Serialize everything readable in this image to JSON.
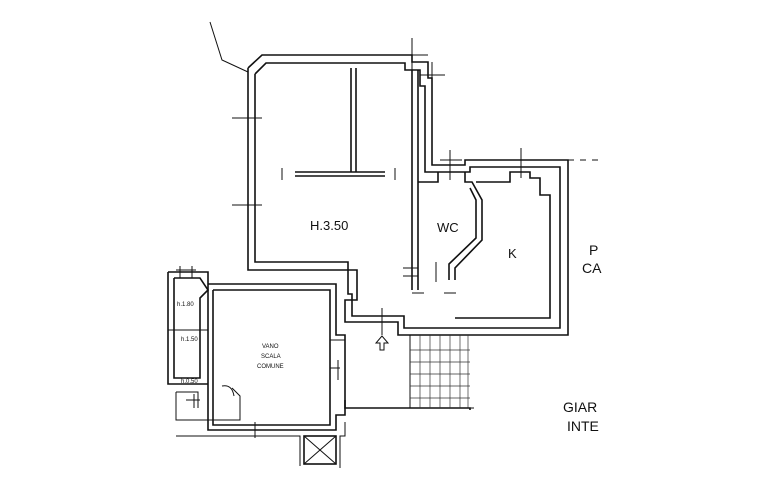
{
  "labels": {
    "main_room": "H.3.50",
    "wc": "WC",
    "kitchen": "K",
    "stair_line1": "VANO",
    "stair_line2": "SCALA",
    "stair_line3": "COMUNE",
    "h180": "h.1.80",
    "h150": "h.1.50",
    "h050": "h.0.50",
    "edge_p": "P",
    "edge_ca": "CA",
    "edge_giar": "GIAR",
    "edge_inte": "INTE"
  },
  "colors": {
    "line": "#111111",
    "background": "#ffffff"
  },
  "icons": {
    "entry": "arrow-up-icon",
    "shaft": "shaft-cross-icon"
  }
}
